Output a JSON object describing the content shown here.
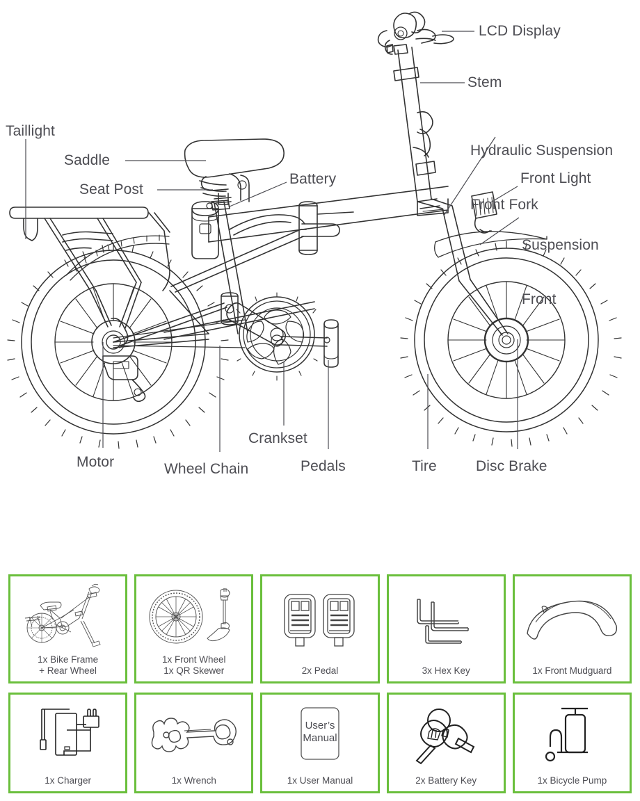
{
  "diagram": {
    "title": "Electric folding bike component diagram",
    "line_color": "#3a3a3a",
    "label_color": "#4d4d53",
    "callouts": [
      {
        "id": "lcd-display",
        "label": "LCD Display"
      },
      {
        "id": "stem",
        "label": "Stem"
      },
      {
        "id": "hydraulic-suspension-front-fork",
        "label": "Hydraulic Suspension",
        "label2": "Front Fork"
      },
      {
        "id": "front-light",
        "label": "Front Light"
      },
      {
        "id": "suspension-front",
        "label": "Suspension",
        "label2": "Front"
      },
      {
        "id": "taillight",
        "label": "Taillight"
      },
      {
        "id": "saddle",
        "label": "Saddle"
      },
      {
        "id": "seat-post",
        "label": "Seat Post"
      },
      {
        "id": "battery",
        "label": "Battery"
      },
      {
        "id": "motor",
        "label": "Motor"
      },
      {
        "id": "wheel-chain",
        "label": "Wheel Chain"
      },
      {
        "id": "crankset",
        "label": "Crankset"
      },
      {
        "id": "pedals",
        "label": "Pedals"
      },
      {
        "id": "tire",
        "label": "Tire"
      },
      {
        "id": "disc-brake",
        "label": "Disc Brake"
      }
    ]
  },
  "parts_grid": {
    "border_color": "#6abf3c",
    "items": [
      {
        "icon": "bike-frame-icon",
        "label": "1x Bike Frame\n+ Rear Wheel"
      },
      {
        "icon": "front-wheel-icon",
        "label": "1x Front Wheel\n1x QR Skewer"
      },
      {
        "icon": "pedal-icon",
        "label": "2x Pedal"
      },
      {
        "icon": "hex-key-icon",
        "label": "3x Hex Key"
      },
      {
        "icon": "front-mudguard-icon",
        "label": "1x Front Mudguard"
      },
      {
        "icon": "charger-icon",
        "label": "1x Charger"
      },
      {
        "icon": "wrench-icon",
        "label": "1x Wrench"
      },
      {
        "icon": "user-manual-icon",
        "label": "1x User Manual"
      },
      {
        "icon": "battery-key-icon",
        "label": "2x Battery Key"
      },
      {
        "icon": "bicycle-pump-icon",
        "label": "1x Bicycle Pump"
      }
    ],
    "manual_cover_text": "User's\nManual"
  }
}
